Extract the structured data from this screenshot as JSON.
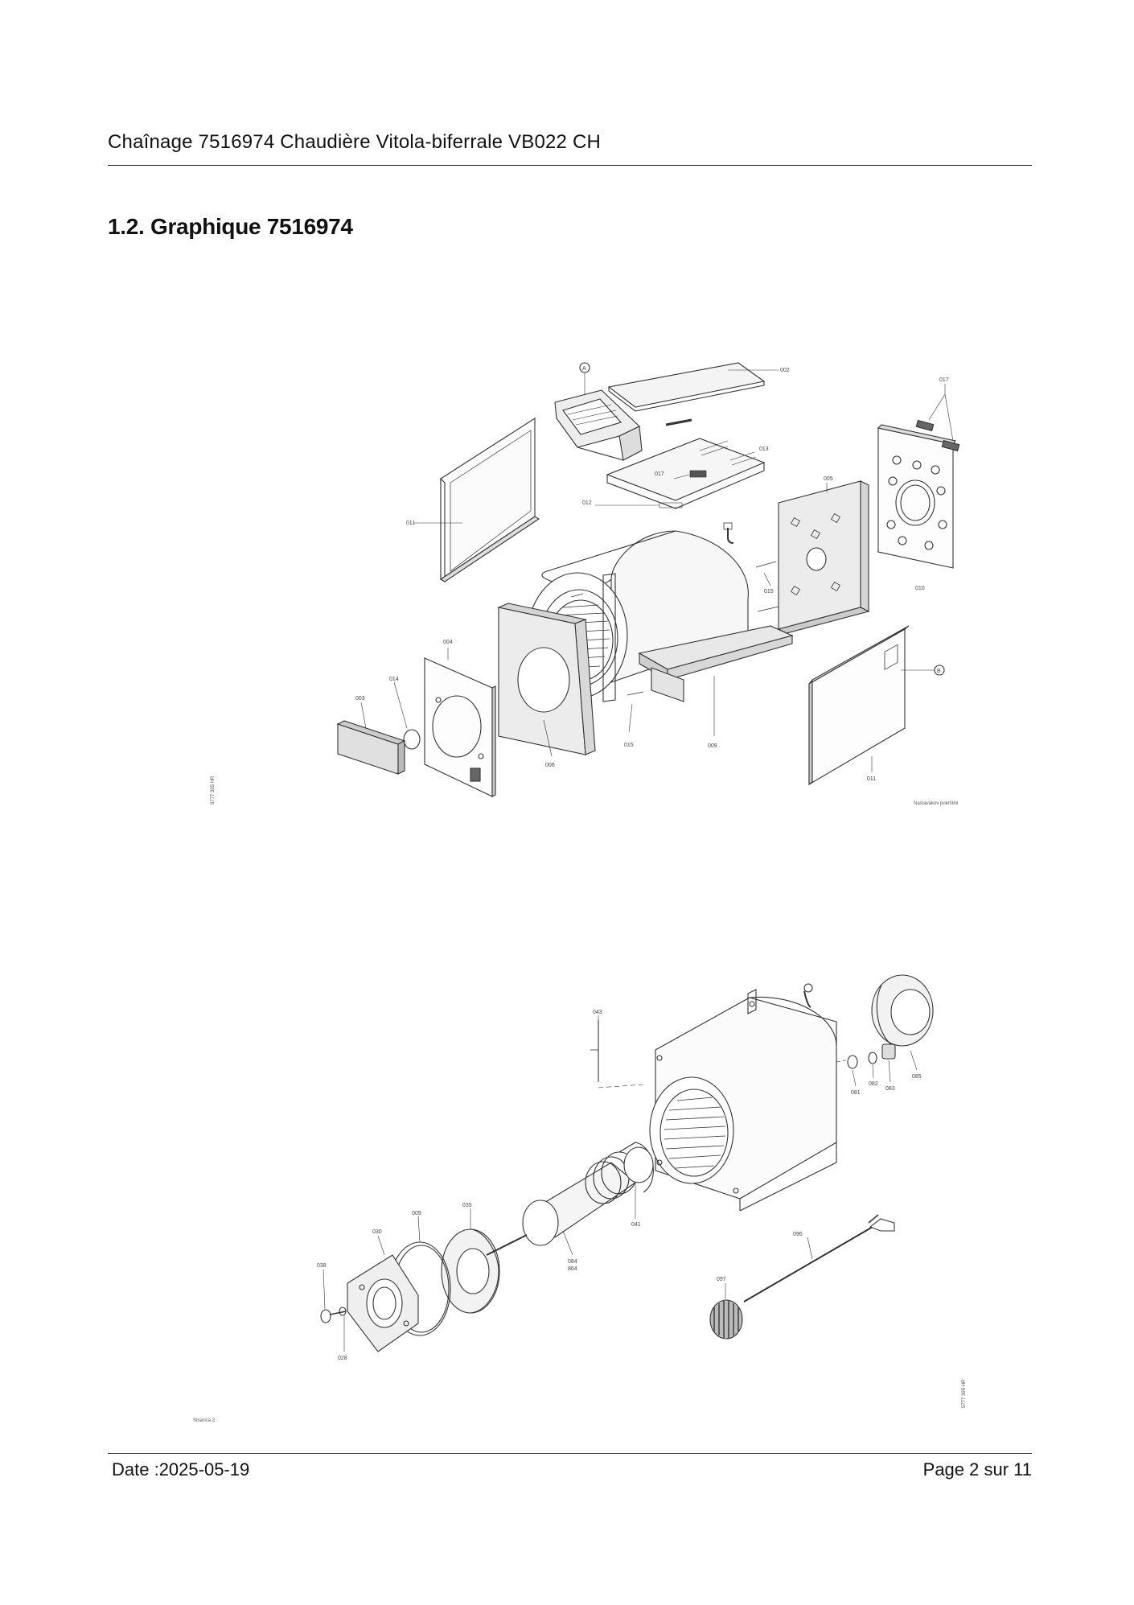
{
  "document": {
    "header": "Chaînage 7516974 Chaudière Vitola-biferrale VB022 CH",
    "section_title": "1.2. Graphique 7516974"
  },
  "drawing1": {
    "callouts": {
      "A": "A",
      "B": "B",
      "c002": "002",
      "c017a": "017",
      "c013": "013",
      "c017b": "017",
      "c012": "012",
      "c011a": "011",
      "c005": "005",
      "c015a": "015",
      "c010": "010",
      "c004": "004",
      "c014": "014",
      "c003": "003",
      "c006": "006",
      "c015b": "015",
      "c009": "009",
      "c011b": "011"
    },
    "side_id": "5777 395 HR",
    "note": "Nastavakov pokrštini"
  },
  "drawing2": {
    "callouts": {
      "c043": "043",
      "c035": "035",
      "c009": "009",
      "c030": "030",
      "c038": "038",
      "c028": "028",
      "c084": "084",
      "c864": "864",
      "c041": "041",
      "c085": "085",
      "c081": "081",
      "c082": "082",
      "c083": "083",
      "c096": "096",
      "c097": "097"
    },
    "side_id": "5777 395 HR",
    "note": "Stranica 2"
  },
  "footer": {
    "date": "Date :2025-05-19",
    "page": "Page 2 sur  11"
  }
}
